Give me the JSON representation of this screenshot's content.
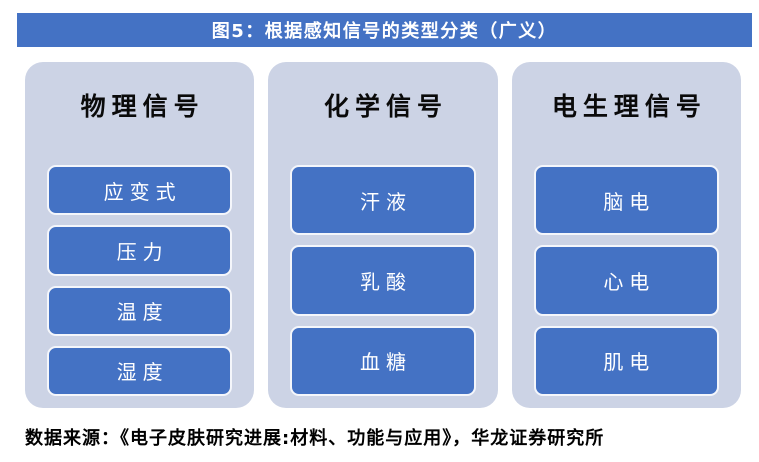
{
  "title": {
    "text": "图5：根据感知信号的类型分类（广义）"
  },
  "columns": [
    {
      "header": "物理信号",
      "items": [
        "应变式",
        "压力",
        "温度",
        "湿度"
      ]
    },
    {
      "header": "化学信号",
      "items": [
        "汗液",
        "乳酸",
        "血糖"
      ]
    },
    {
      "header": "电生理信号",
      "items": [
        "脑电",
        "心电",
        "肌电"
      ]
    }
  ],
  "footer": {
    "text": "数据来源：《电子皮肤研究进展:材料、功能与应用》，华龙证券研究所"
  },
  "colors": {
    "accent_blue": "#4472C4",
    "panel_background": "#CCD3E5",
    "button_border": "#F4F6FB",
    "title_text": "#FFFFFF",
    "button_text": "#FFFFFF",
    "header_text": "#0A0A0A",
    "footer_text": "#000000"
  }
}
